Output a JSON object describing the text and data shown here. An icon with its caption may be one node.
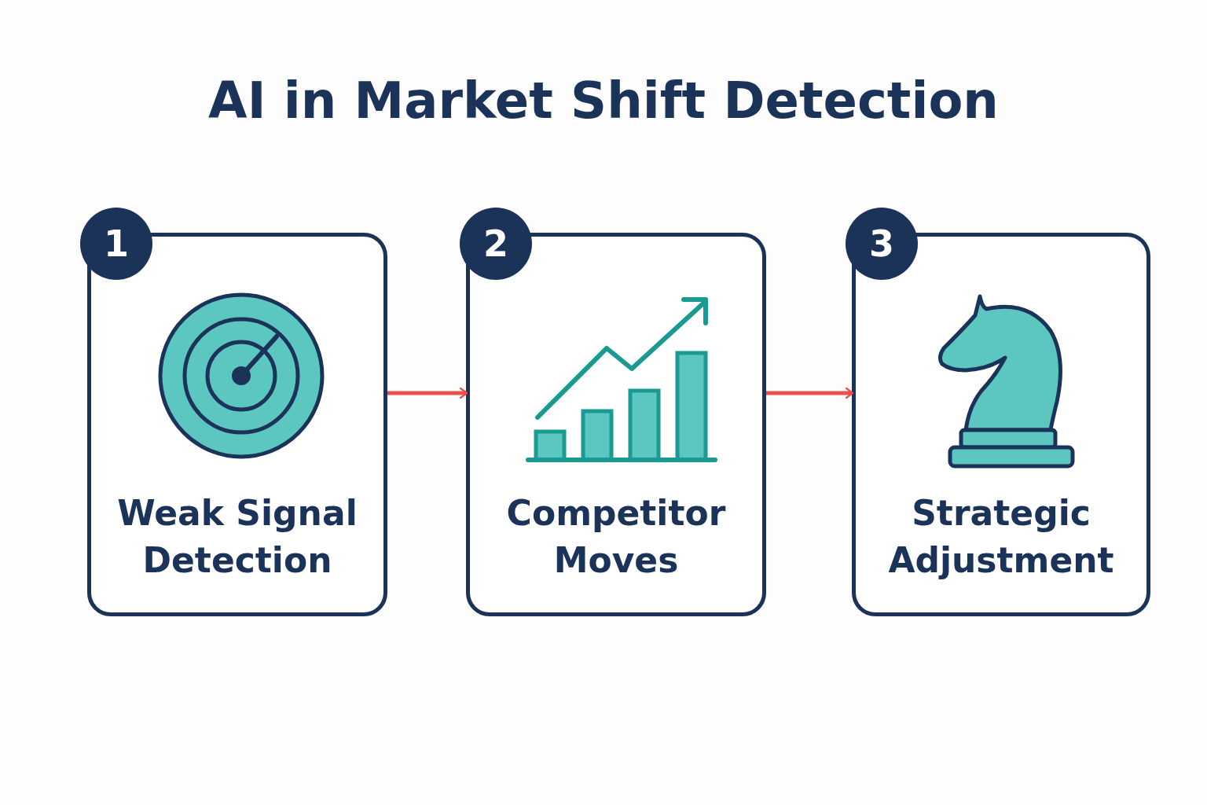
{
  "diagram": {
    "title": "AI in Market Shift Detection",
    "nodes": [
      {
        "text": [
          "1"
        ]
      },
      {
        "text": [
          "Weak Signal Detection"
        ]
      },
      {
        "text": [
          "2"
        ]
      },
      {
        "text": [
          "Competitor Moves"
        ]
      },
      {
        "text": [
          "3"
        ]
      },
      {
        "text": [
          "Strategic Adjustment"
        ]
      }
    ],
    "edges": [
      {
        "from": 1,
        "to": 3,
        "arrow": "to"
      },
      {
        "from": 3,
        "to": 5,
        "arrow": "to"
      }
    ]
  }
}
